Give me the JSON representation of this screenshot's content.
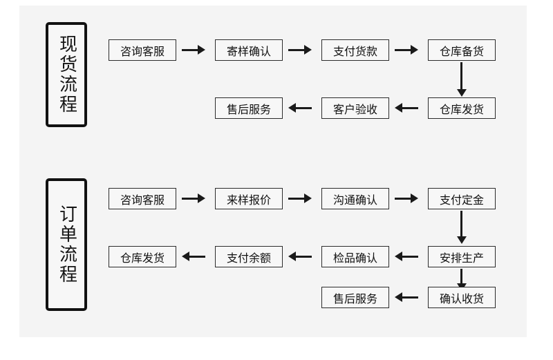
{
  "page": {
    "background": "#ffffff",
    "panel_background": "#f4f4f4",
    "box_border_color": "#2b2b2b",
    "label_border_color": "#111111",
    "arrow_color": "#1a1a1a",
    "text_color": "#111111"
  },
  "sections": [
    {
      "id": "spot-flow",
      "label": "现货流程",
      "rows": [
        {
          "direction": "right",
          "nodes": [
            "咨询客服",
            "寄样确认",
            "支付货款",
            "仓库备货"
          ]
        },
        {
          "direction": "left",
          "nodes": [
            "售后服务",
            "客户验收",
            "仓库发货"
          ]
        }
      ],
      "vertical_links": [
        {
          "from": "仓库备货",
          "to": "仓库发货"
        }
      ]
    },
    {
      "id": "order-flow",
      "label": "订单流程",
      "rows": [
        {
          "direction": "right",
          "nodes": [
            "咨询客服",
            "来样报价",
            "沟通确认",
            "支付定金"
          ]
        },
        {
          "direction": "left",
          "nodes": [
            "仓库发货",
            "支付余额",
            "检品确认",
            "安排生产"
          ]
        },
        {
          "direction": "left",
          "nodes": [
            "售后服务",
            "确认收货"
          ]
        }
      ],
      "vertical_links": [
        {
          "from": "支付定金",
          "to": "安排生产"
        },
        {
          "from": "安排生产",
          "to": "确认收货"
        }
      ]
    }
  ]
}
